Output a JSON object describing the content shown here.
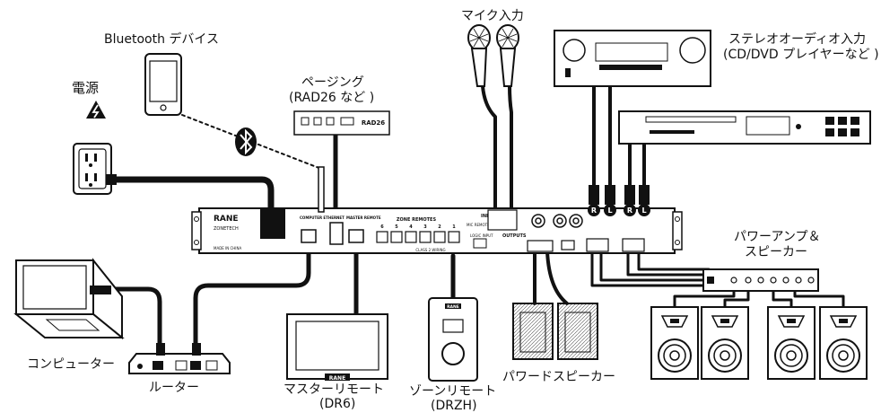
{
  "labels": {
    "bluetooth_device": "Bluetooth デバイス",
    "power": "電源",
    "paging_line1": "ページング",
    "paging_line2": "(RAD26 など )",
    "mic_input": "マイク入力",
    "stereo_line1": "ステレオオーディオ入力",
    "stereo_line2": "(CD/DVD プレイヤーなど )",
    "amp_line1": "パワーアンプ＆",
    "amp_line2": "スピーカー",
    "computer": "コンピューター",
    "router": "ルーター",
    "master_remote_line1": "マスターリモート",
    "master_remote_line2": "(DR6)",
    "zone_remote_line1": "ゾーンリモート",
    "zone_remote_line2": "(DRZH)",
    "powered_speaker": "パワードスピーカー"
  },
  "device_text": {
    "rane_logo": "RANE",
    "zonetech": "ZONETECH",
    "made_in": "MADE IN CHINA",
    "computer_ethernet": "COMPUTER ETHERNET",
    "master_remote": "MASTER REMOTE",
    "zone_remotes": "ZONE REMOTES",
    "zone_numbers": [
      "6",
      "5",
      "4",
      "3",
      "2",
      "1"
    ],
    "class2": "CLASS 2 WIRING",
    "inputs": "INPUTS",
    "outputs": "OUTPUTS",
    "mic_remote": "MIC REMOTE",
    "logic_input": "LOGIC INPUT",
    "rad_logo": "RAD26",
    "dr6_logo": "RANE",
    "drzh_logo": "RANE",
    "r_marker": "R",
    "l_marker": "L"
  }
}
